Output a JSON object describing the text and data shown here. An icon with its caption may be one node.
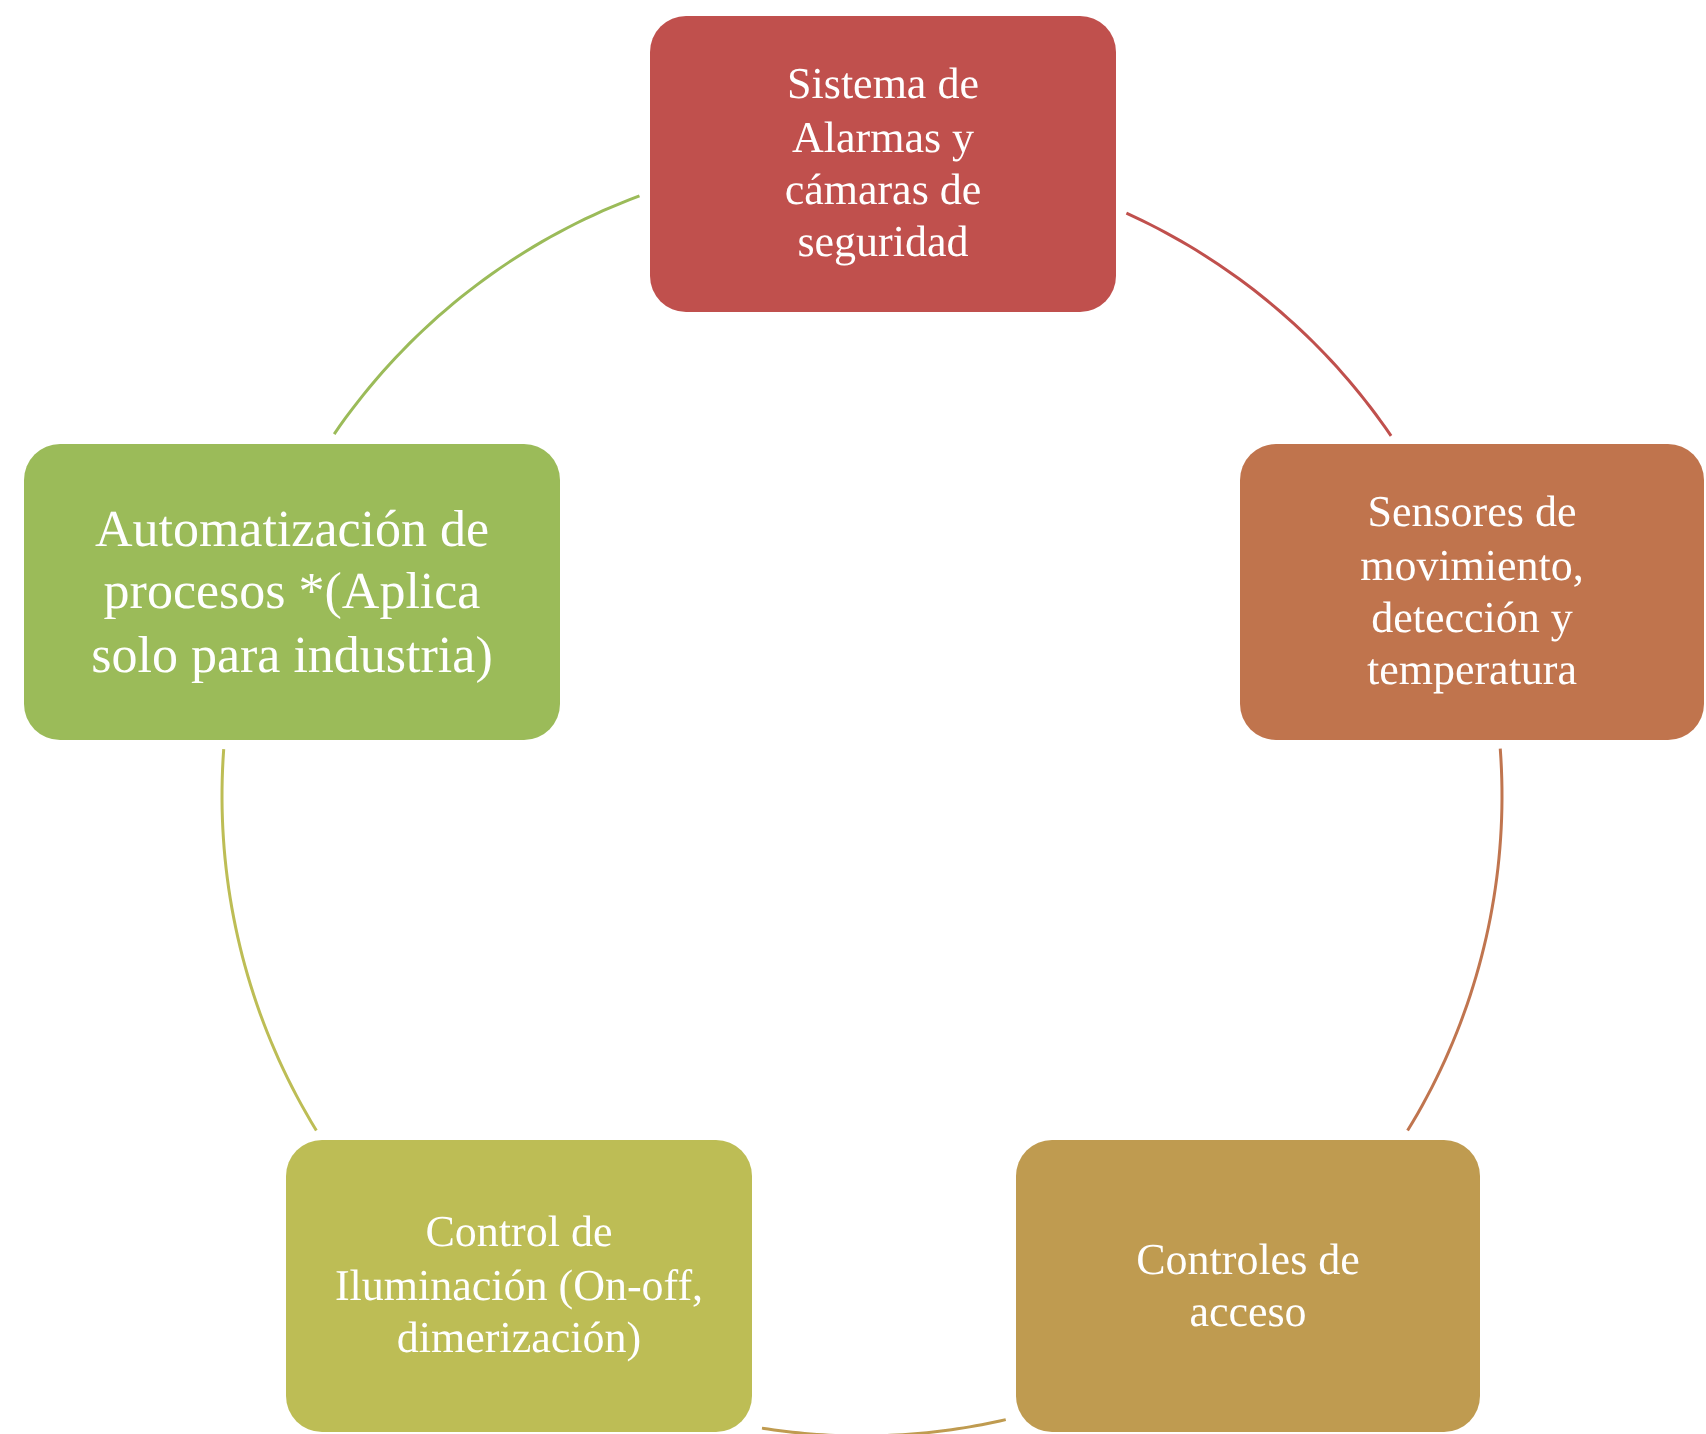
{
  "diagram": {
    "nodes": [
      {
        "text": [
          "Sistema de Alarmas y cámaras de seguridad"
        ]
      },
      {
        "text": [
          "Sensores de movimiento, detección y temperatura"
        ]
      },
      {
        "text": [
          "Controles de acceso"
        ]
      },
      {
        "text": [
          "Control de Iluminación (On-off, dimerización)"
        ]
      },
      {
        "text": [
          "Automatización de procesos *(Aplica solo para industria)"
        ]
      }
    ],
    "edges": [
      {
        "from": 0,
        "to": 1,
        "arrow": "none",
        "color": "#c0504d"
      },
      {
        "from": 1,
        "to": 2,
        "arrow": "none",
        "color": "#c0754f"
      },
      {
        "from": 2,
        "to": 3,
        "arrow": "none",
        "color": "#bf9b50"
      },
      {
        "from": 3,
        "to": 4,
        "arrow": "none",
        "color": "#bdbd55"
      },
      {
        "from": 4,
        "to": 0,
        "arrow": "none",
        "color": "#9bbb59"
      }
    ]
  }
}
